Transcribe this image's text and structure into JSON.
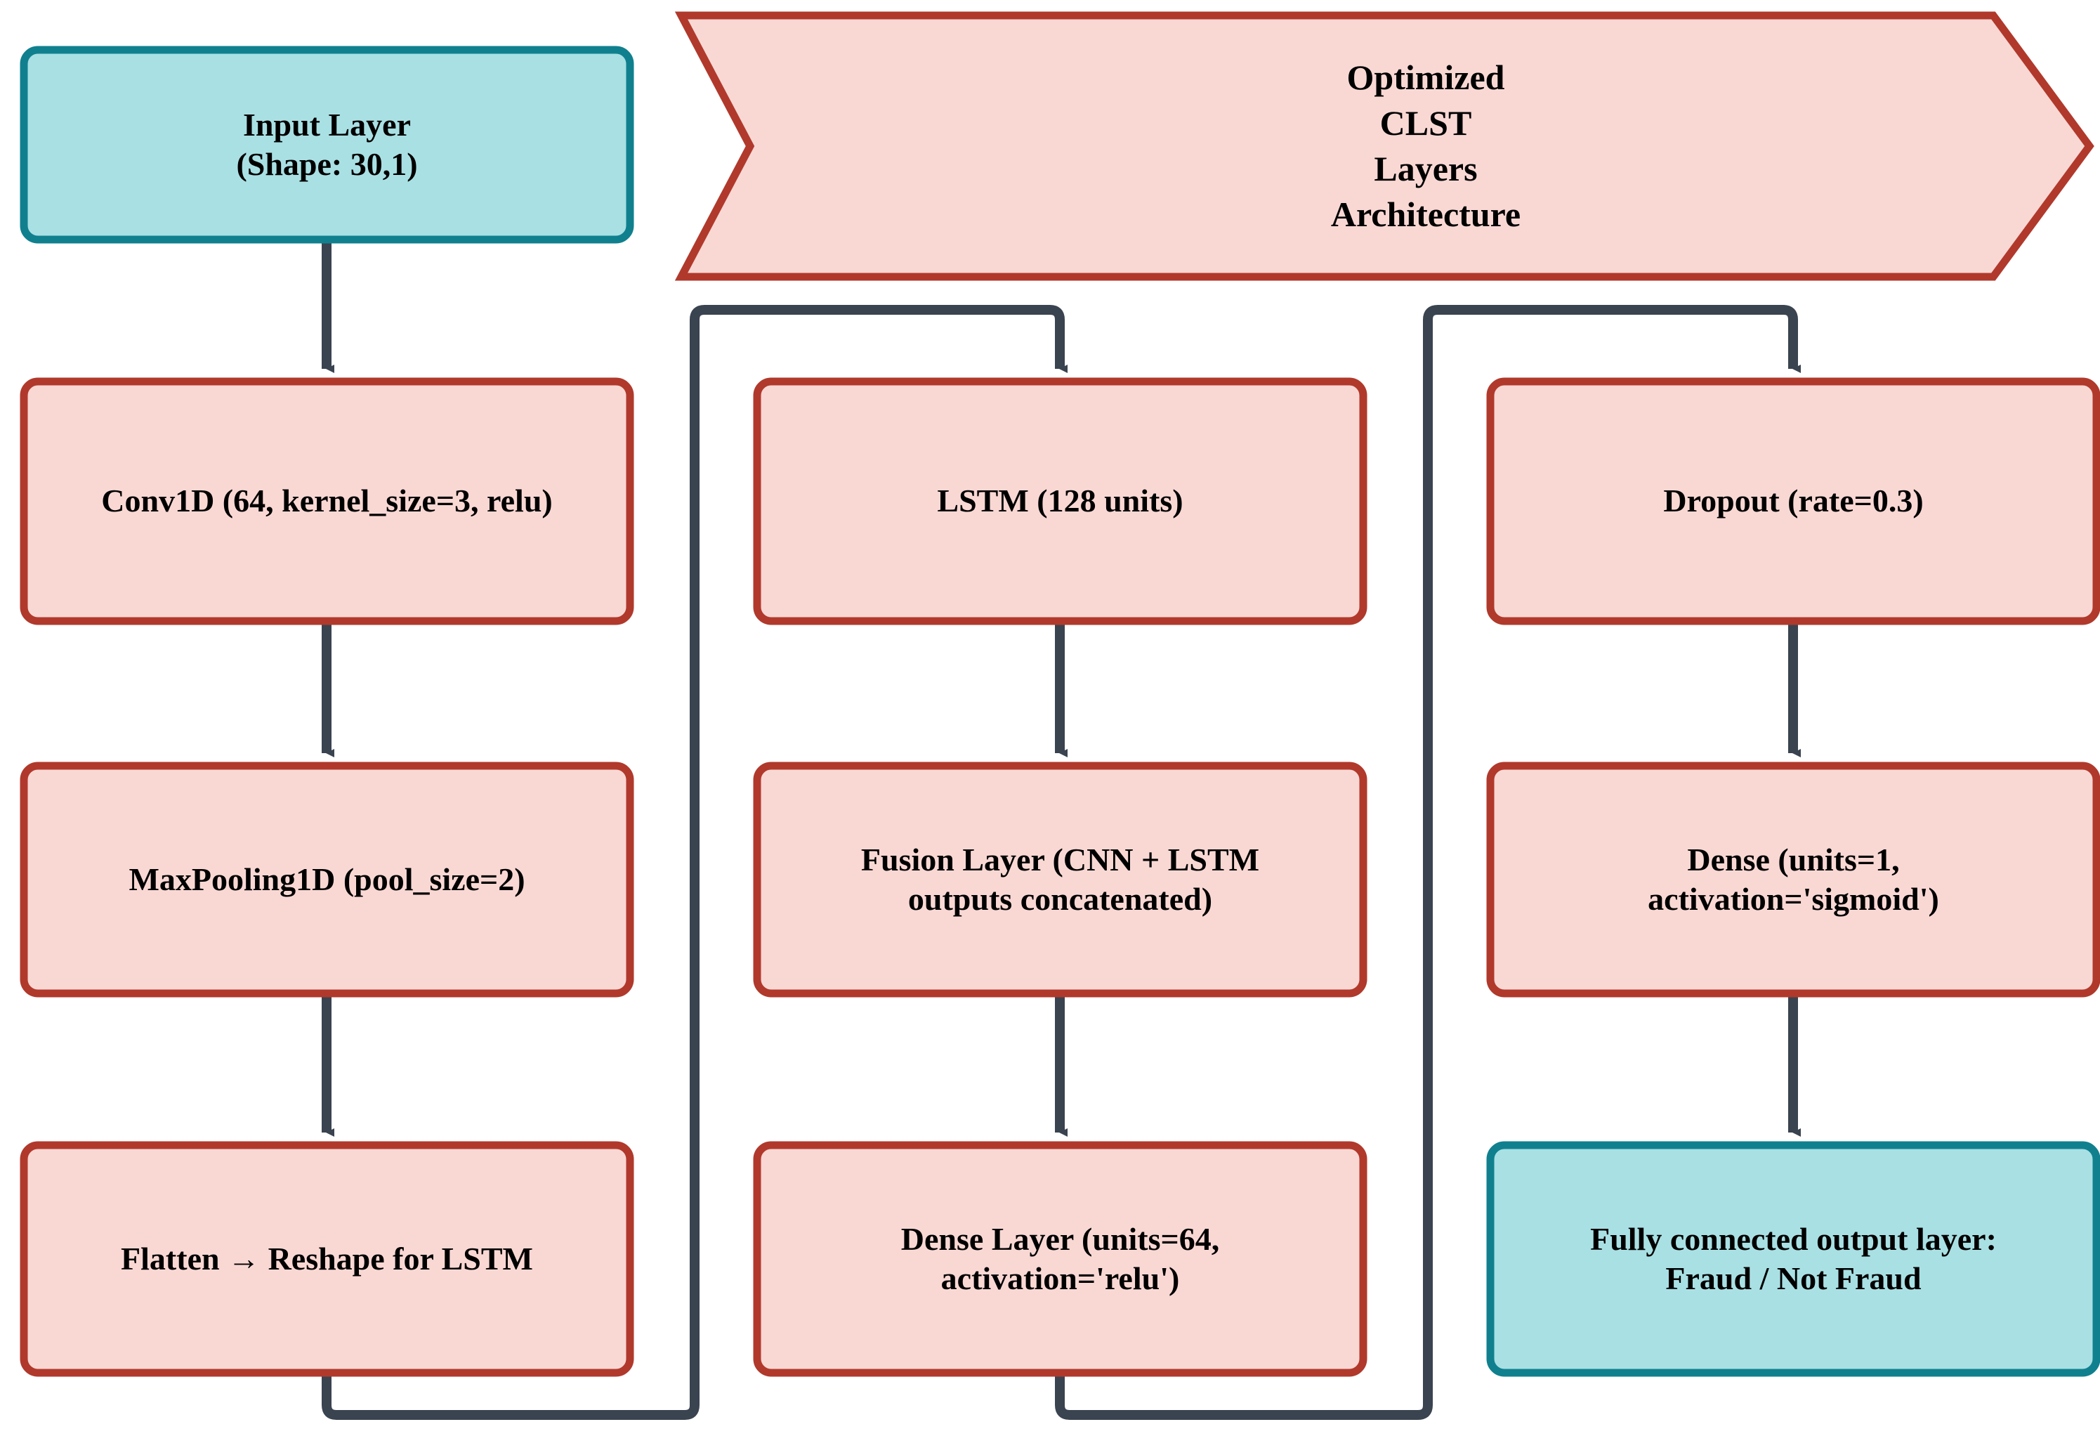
{
  "diagram": {
    "title": "Optimized CLST Layers Architecture",
    "type": "flowchart",
    "colors": {
      "pink_fill": "#f9d8d4",
      "pink_border": "#b0392c",
      "teal_fill": "#a9e0e4",
      "teal_border": "#10808e",
      "connector": "#3a4350",
      "text": "#000000",
      "background": "#ffffff"
    },
    "banner": {
      "label": "Optimized\nCLST\nLayers\nArchitecture",
      "lines": [
        "Optimized",
        "CLST",
        "Layers",
        "Architecture"
      ],
      "shape": "chevron-arrow",
      "style": "pink"
    },
    "columns": [
      {
        "name": "cnn-branch",
        "nodes": [
          {
            "id": "input-layer",
            "label": "Input Layer\n(Shape: 30,1)",
            "style": "teal"
          },
          {
            "id": "conv1d",
            "label": "Conv1D (64, kernel_size=3, relu)",
            "style": "pink"
          },
          {
            "id": "maxpooling1d",
            "label": "MaxPooling1D (pool_size=2)",
            "style": "pink"
          },
          {
            "id": "flatten",
            "label": "Flatten → Reshape for LSTM",
            "style": "pink"
          }
        ]
      },
      {
        "name": "lstm-branch",
        "nodes": [
          {
            "id": "lstm",
            "label": "LSTM (128 units)",
            "style": "pink"
          },
          {
            "id": "fusion-layer",
            "label": "Fusion Layer (CNN + LSTM\noutputs concatenated)",
            "style": "pink"
          },
          {
            "id": "dense-64",
            "label": "Dense Layer (units=64,\nactivation='relu')",
            "style": "pink"
          }
        ]
      },
      {
        "name": "output-branch",
        "nodes": [
          {
            "id": "dropout",
            "label": "Dropout (rate=0.3)",
            "style": "pink"
          },
          {
            "id": "dense-1",
            "label": "Dense (units=1,\nactivation='sigmoid')",
            "style": "pink"
          },
          {
            "id": "output-layer",
            "label": "Fully connected output layer:\nFraud / Not Fraud",
            "style": "teal"
          }
        ]
      }
    ],
    "edges": [
      {
        "from": "input-layer",
        "to": "conv1d",
        "kind": "straight-down"
      },
      {
        "from": "conv1d",
        "to": "maxpooling1d",
        "kind": "straight-down"
      },
      {
        "from": "maxpooling1d",
        "to": "flatten",
        "kind": "straight-down"
      },
      {
        "from": "flatten",
        "to": "lstm",
        "kind": "wrap-down-right-up"
      },
      {
        "from": "lstm",
        "to": "fusion-layer",
        "kind": "straight-down"
      },
      {
        "from": "fusion-layer",
        "to": "dense-64",
        "kind": "straight-down"
      },
      {
        "from": "dense-64",
        "to": "dropout",
        "kind": "wrap-down-right-up"
      },
      {
        "from": "dropout",
        "to": "dense-1",
        "kind": "straight-down"
      },
      {
        "from": "dense-1",
        "to": "output-layer",
        "kind": "straight-down"
      }
    ]
  }
}
